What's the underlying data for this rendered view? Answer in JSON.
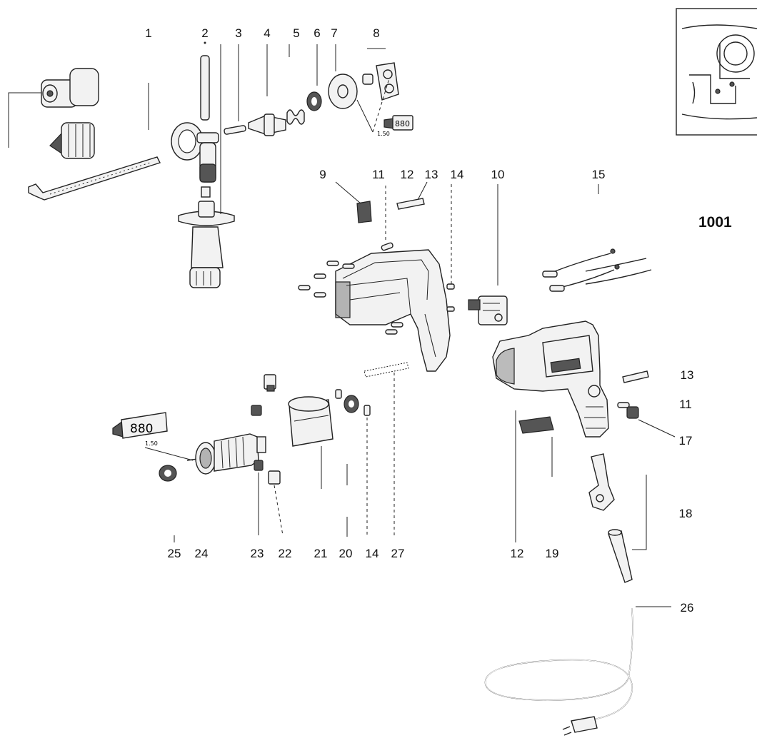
{
  "diagram": {
    "drawing_code": "1001",
    "labels": [
      {
        "id": "l1",
        "text": "1"
      },
      {
        "id": "l2",
        "text": "2"
      },
      {
        "id": "l3",
        "text": "3"
      },
      {
        "id": "l4",
        "text": "4"
      },
      {
        "id": "l5",
        "text": "5"
      },
      {
        "id": "l6",
        "text": "6"
      },
      {
        "id": "l7",
        "text": "7"
      },
      {
        "id": "l8",
        "text": "8"
      },
      {
        "id": "l9",
        "text": "9"
      },
      {
        "id": "l11a",
        "text": "11"
      },
      {
        "id": "l12a",
        "text": "12"
      },
      {
        "id": "l13a",
        "text": "13"
      },
      {
        "id": "l14a",
        "text": "14"
      },
      {
        "id": "l10",
        "text": "10"
      },
      {
        "id": "l15",
        "text": "15"
      },
      {
        "id": "l13b",
        "text": "13"
      },
      {
        "id": "l11b",
        "text": "11"
      },
      {
        "id": "l17",
        "text": "17"
      },
      {
        "id": "l18",
        "text": "18"
      },
      {
        "id": "l26",
        "text": "26"
      },
      {
        "id": "l25",
        "text": "25"
      },
      {
        "id": "l24",
        "text": "24"
      },
      {
        "id": "l23",
        "text": "23"
      },
      {
        "id": "l22",
        "text": "22"
      },
      {
        "id": "l21",
        "text": "21"
      },
      {
        "id": "l20",
        "text": "20"
      },
      {
        "id": "l14b",
        "text": "14"
      },
      {
        "id": "l27",
        "text": "27"
      },
      {
        "id": "l12b",
        "text": "12"
      },
      {
        "id": "l19",
        "text": "19"
      }
    ],
    "grease_tags": {
      "top": "880",
      "left": "880"
    },
    "small_marks": {
      "top": "1.50",
      "left": "1.50"
    }
  }
}
